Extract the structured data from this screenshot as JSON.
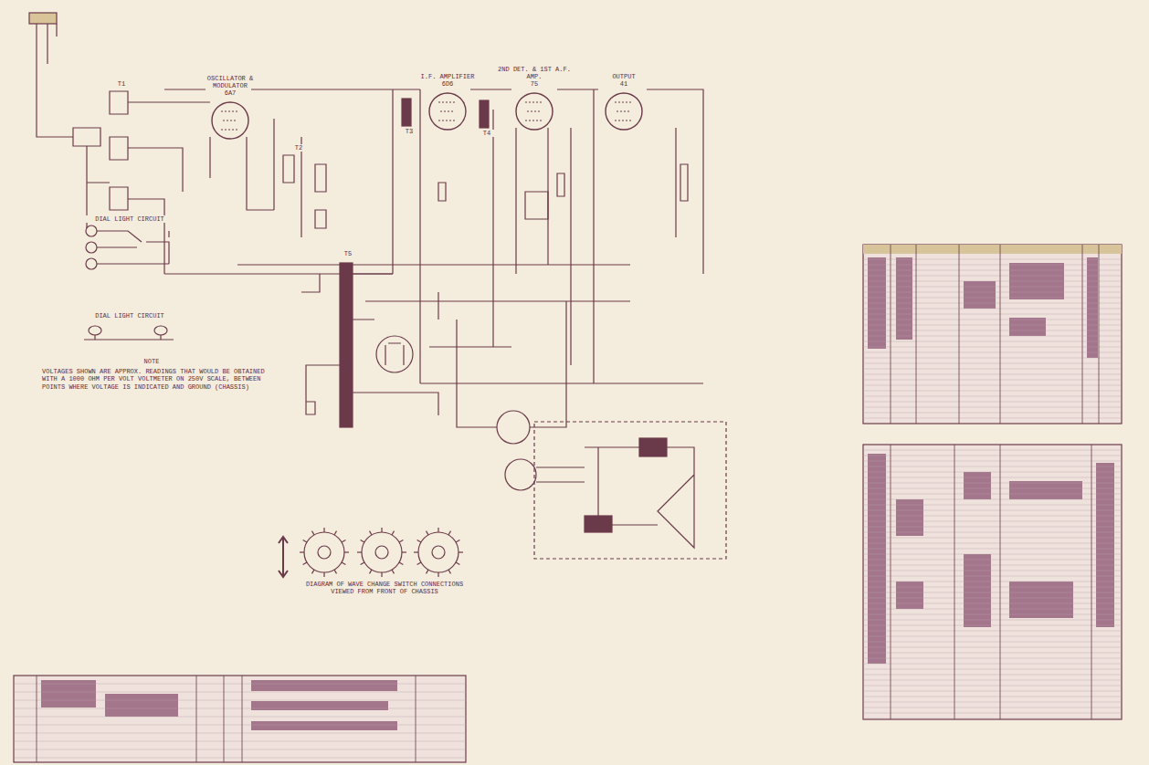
{
  "diagram": {
    "nodes": [
      {
        "text": [
          "OSCILLATOR & MODULATOR",
          "6A7"
        ]
      },
      {
        "text": [
          "I.F. AMPLIFIER",
          "6D6"
        ]
      },
      {
        "text": [
          "2ND DET. & 1ST A.F. AMP.",
          "75"
        ]
      },
      {
        "text": [
          "OUTPUT",
          "41"
        ]
      }
    ],
    "labels": [
      "T1",
      "T2",
      "T3",
      "T4",
      "T5",
      "DIAL LIGHT CIRCUIT",
      "DIAL LIGHT CIRCUIT",
      "NOTE",
      "VOLTAGES SHOWN ARE APPROX. READINGS THAT WOULD BE OBTAINED WITH A 1000 OHM PER VOLT VOLTMETER ON 250V SCALE, BETWEEN POINTS WHERE VOLTAGE IS INDICATED AND GROUND (CHASSIS)",
      "DIAGRAM OF WAVE CHANGE SWITCH CONNECTIONS VIEWED FROM FRONT OF CHASSIS"
    ]
  }
}
